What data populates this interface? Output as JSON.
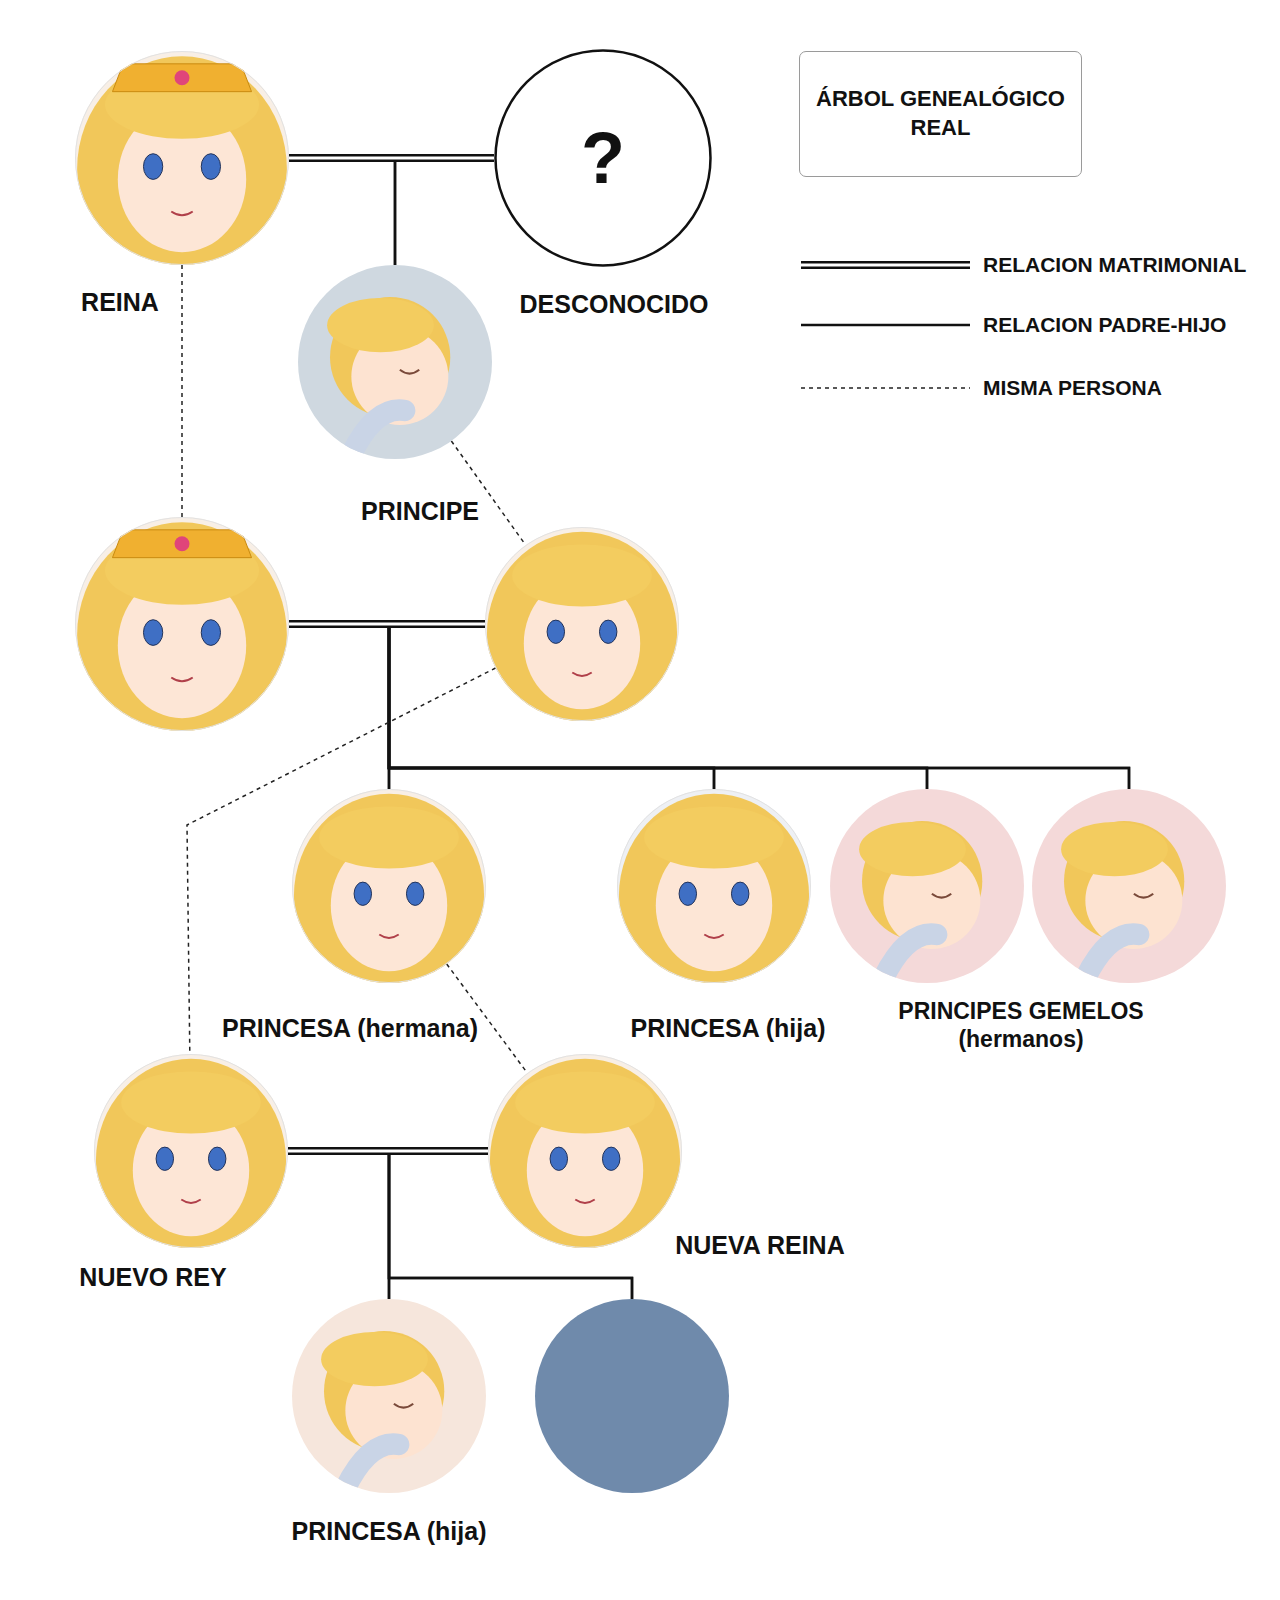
{
  "diagram": {
    "title": "ÁRBOL GENEALÓGICO REAL",
    "nodes": [
      {
        "text": [
          "REINA"
        ]
      },
      {
        "text": [
          "?",
          "DESCONOCIDO"
        ]
      },
      {
        "text": [
          "PRINCIPE"
        ]
      },
      {
        "text": []
      },
      {
        "text": []
      },
      {
        "text": [
          "PRINCESA (hermana)"
        ]
      },
      {
        "text": [
          "PRINCESA (hija)"
        ]
      },
      {
        "text": []
      },
      {
        "text": []
      },
      {
        "text": [
          "NUEVO REY"
        ]
      },
      {
        "text": [
          "NUEVA REINA"
        ]
      },
      {
        "text": [
          "PRINCESA (hija)"
        ]
      },
      {
        "text": []
      }
    ],
    "edges": [
      {
        "from": 0,
        "to": 1,
        "arrow": "none"
      },
      {
        "from": 0,
        "to": 2,
        "arrow": "none"
      },
      {
        "from": 1,
        "to": 2,
        "arrow": "none"
      },
      {
        "from": 0,
        "to": 3,
        "arrow": "none"
      },
      {
        "from": 2,
        "to": 4,
        "arrow": "none"
      },
      {
        "from": 3,
        "to": 4,
        "arrow": "none"
      },
      {
        "from": 3,
        "to": 5,
        "arrow": "none"
      },
      {
        "from": 3,
        "to": 6,
        "arrow": "none"
      },
      {
        "from": 3,
        "to": 7,
        "arrow": "none"
      },
      {
        "from": 3,
        "to": 8,
        "arrow": "none"
      },
      {
        "from": 4,
        "to": 5,
        "arrow": "none"
      },
      {
        "from": 4,
        "to": 6,
        "arrow": "none"
      },
      {
        "from": 4,
        "to": 7,
        "arrow": "none"
      },
      {
        "from": 4,
        "to": 8,
        "arrow": "none"
      },
      {
        "from": 4,
        "to": 9,
        "arrow": "none"
      },
      {
        "from": 5,
        "to": 10,
        "arrow": "none"
      },
      {
        "from": 9,
        "to": 10,
        "arrow": "none"
      },
      {
        "from": 9,
        "to": 11,
        "arrow": "none"
      },
      {
        "from": 9,
        "to": 12,
        "arrow": "none"
      },
      {
        "from": 10,
        "to": 11,
        "arrow": "none"
      },
      {
        "from": 10,
        "to": 12,
        "arrow": "none"
      }
    ],
    "labels": [
      "PRINCIPES GEMELOS (hermanos)"
    ],
    "legend": [
      {
        "text": "RELACION MATRIMONIAL"
      },
      {
        "text": "RELACION PADRE-HIJO"
      },
      {
        "text": "MISMA PERSONA"
      }
    ]
  }
}
